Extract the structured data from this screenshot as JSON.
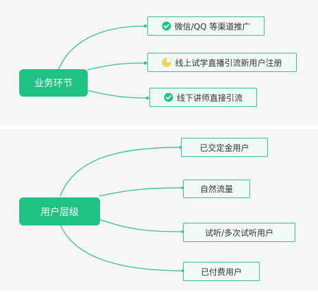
{
  "colors": {
    "accent": "#1fc283",
    "link": "#35c08d",
    "node_fill": "#effaf4",
    "panel_bg": "#f6f6f6",
    "pie": "#f6d53f"
  },
  "maps": [
    {
      "root": "业务环节",
      "children": [
        {
          "label": "微信/QQ 等渠道推广",
          "icon": "check-circle-icon"
        },
        {
          "label": "线上试学直播引流新用户注册",
          "icon": "pie-progress-icon",
          "progress": 0.25
        },
        {
          "label": "线下讲师直接引流",
          "icon": "check-circle-icon"
        }
      ]
    },
    {
      "root": "用户层级",
      "children": [
        {
          "label": "已交定金用户"
        },
        {
          "label": "自然流量"
        },
        {
          "label": "试听/多次试听用户"
        },
        {
          "label": "已付费用户"
        }
      ]
    }
  ]
}
